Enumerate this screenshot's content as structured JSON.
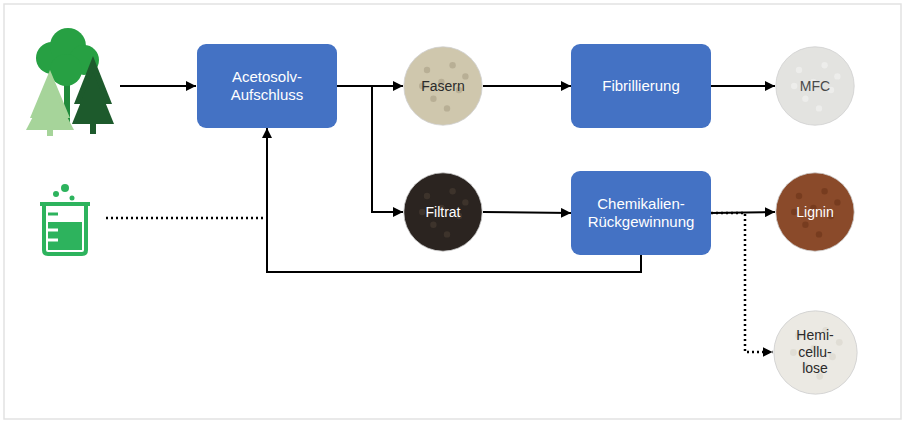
{
  "diagram": {
    "nodes": [
      {
        "text": [
          "Acetosolv-Aufschluss"
        ]
      },
      {
        "text": [
          "Fasern"
        ]
      },
      {
        "text": [
          "Fibrillierung"
        ]
      },
      {
        "text": [
          "MFC"
        ]
      },
      {
        "text": [
          "Filtrat"
        ]
      },
      {
        "text": [
          "Chemikalien-Rückgewinnung"
        ]
      },
      {
        "text": [
          "Lignin"
        ]
      },
      {
        "text": [
          "Hemi- cellu- lose"
        ]
      }
    ],
    "edges": [
      {
        "from": 0,
        "to": 1,
        "arrow": "to"
      },
      {
        "from": 0,
        "to": 4,
        "arrow": "to"
      },
      {
        "from": 1,
        "to": 2,
        "arrow": "to"
      },
      {
        "from": 2,
        "to": 3,
        "arrow": "to"
      },
      {
        "from": 4,
        "to": 5,
        "arrow": "to"
      },
      {
        "from": 5,
        "to": 6,
        "arrow": "to"
      },
      {
        "from": 5,
        "to": 7,
        "arrow": "to"
      },
      {
        "from": 5,
        "to": 0,
        "arrow": "to"
      }
    ]
  }
}
